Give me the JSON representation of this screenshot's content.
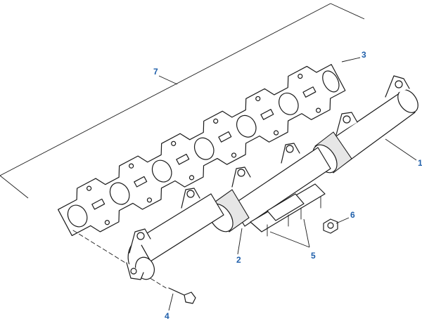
{
  "callouts": {
    "c1": "1",
    "c2": "2",
    "c3": "3",
    "c4": "4",
    "c5": "5",
    "c6": "6",
    "c7": "7"
  },
  "colors": {
    "callout": "#1f5faa",
    "line": "#1a1a1a"
  }
}
